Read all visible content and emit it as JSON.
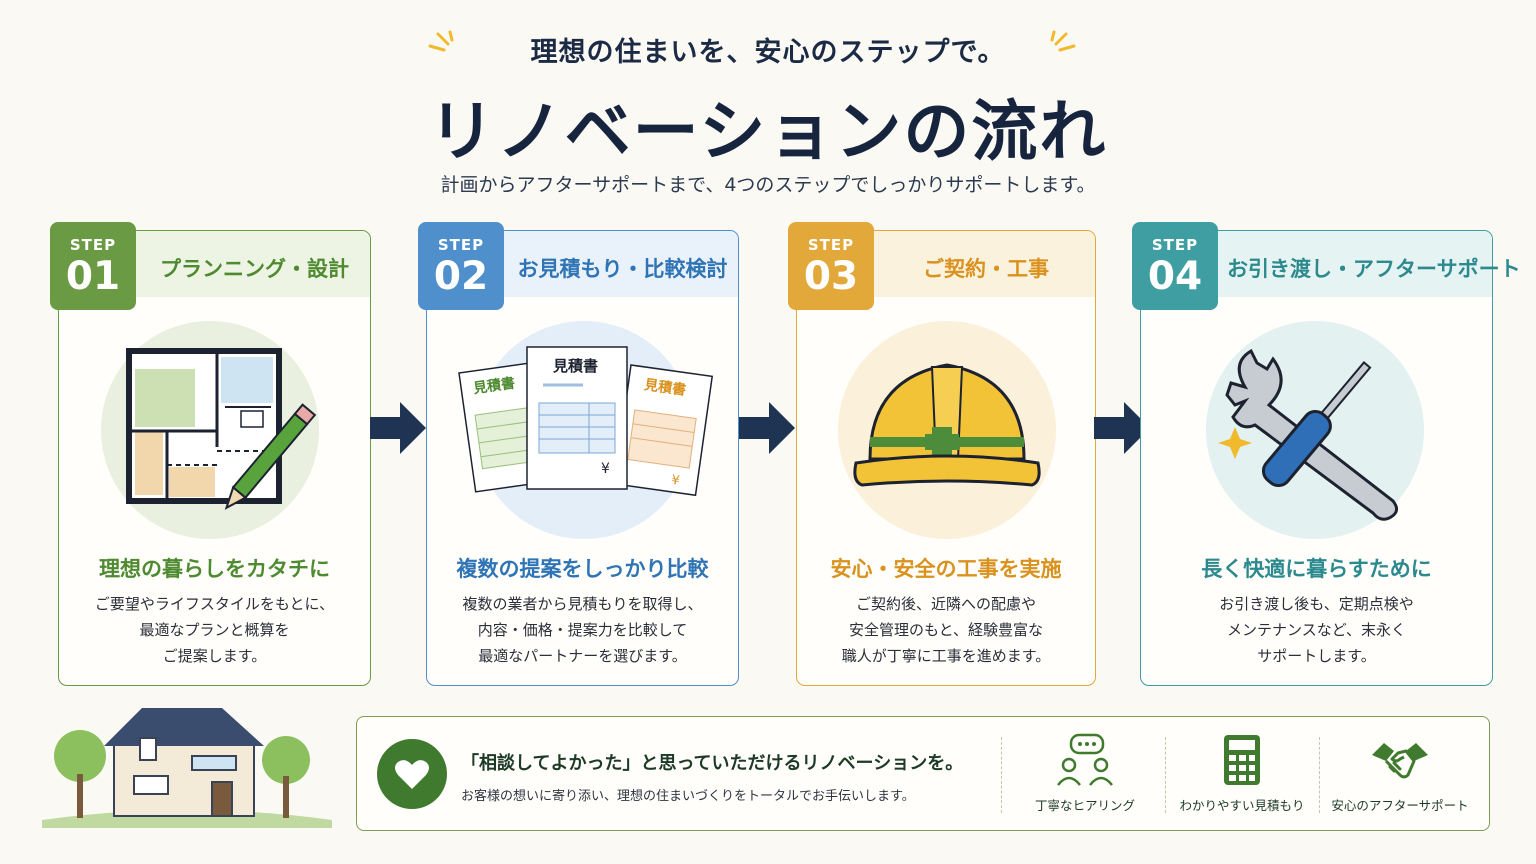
{
  "header": {
    "subtitle": "理想の住まいを、安心のステップで。",
    "title": "リノベーションの流れ",
    "lead": "計画からアフターサポートまで、4つのステップでしっかりサポートします。"
  },
  "steps": [
    {
      "step_label": "STEP",
      "number": "01",
      "title": "プランニング・設計",
      "heading": "理想の暮らしをカタチに",
      "desc": [
        "ご要望やライフスタイルをもとに、",
        "最適なプランと概算を",
        "ご提案します。"
      ],
      "color": "#6a9a44",
      "head_bg": "#eef4e4",
      "text_color": "#4e8a2f",
      "icon": "floor-plan-icon"
    },
    {
      "step_label": "STEP",
      "number": "02",
      "title": "お見積もり・比較検討",
      "heading": "複数の提案をしっかり比較",
      "desc": [
        "複数の業者から見積もりを取得し、",
        "内容・価格・提案力を比較して",
        "最適なパートナーを選びます。"
      ],
      "color": "#4f8fcb",
      "head_bg": "#e9f1fa",
      "text_color": "#2f74b5",
      "icon": "estimate-documents-icon",
      "doc_labels": [
        "見積書",
        "見積書",
        "見積書"
      ],
      "currency": "¥"
    },
    {
      "step_label": "STEP",
      "number": "03",
      "title": "ご契約・工事",
      "heading": "安心・安全の工事を実施",
      "desc": [
        "ご契約後、近隣への配慮や",
        "安全管理のもと、経験豊富な",
        "職人が丁寧に工事を進めます。"
      ],
      "color": "#e3a83a",
      "head_bg": "#fbf2de",
      "text_color": "#d9921e",
      "icon": "hard-hat-icon"
    },
    {
      "step_label": "STEP",
      "number": "04",
      "title": "お引き渡し・アフターサポート",
      "heading": "長く快適に暮らすために",
      "desc": [
        "お引き渡し後も、定期点検や",
        "メンテナンスなど、末永く",
        "サポートします。"
      ],
      "color": "#3f9ea2",
      "head_bg": "#e6f3f3",
      "text_color": "#2c8a8e",
      "icon": "wrench-screwdriver-icon"
    }
  ],
  "bottom": {
    "message": "「相談してよかった」と思っていただけるリノベーションを。",
    "sub_message": "お客様の想いに寄り添い、理想の住まいづくりをトータルでお手伝いします。",
    "features": [
      {
        "label": "丁寧なヒアリング",
        "icon": "people-chat-icon"
      },
      {
        "label": "わかりやすい見積もり",
        "icon": "calculator-icon"
      },
      {
        "label": "安心のアフターサポート",
        "icon": "handshake-icon"
      }
    ]
  },
  "colors": {
    "navy": "#1c2b45",
    "brand_green": "#3f7a2f",
    "arrow": "#1f3352",
    "spark": "#f1b92c"
  }
}
